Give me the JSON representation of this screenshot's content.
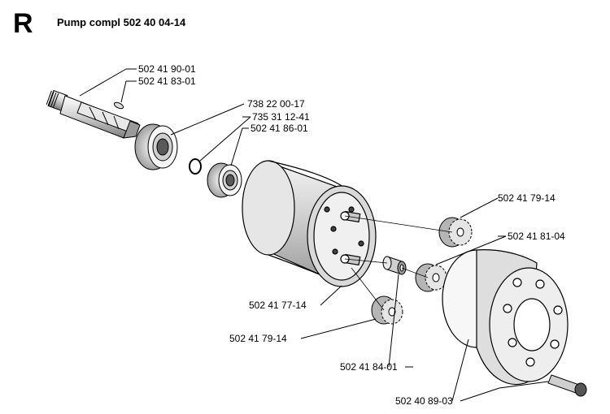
{
  "header": {
    "section_letter": "R",
    "title": "Pump compl 502 40 04-14"
  },
  "parts": [
    {
      "id": "p1",
      "number": "502 41 90-01"
    },
    {
      "id": "p2",
      "number": "502 41 83-01"
    },
    {
      "id": "p3",
      "number": "738 22 00-17"
    },
    {
      "id": "p4",
      "number": "735 31 12-41"
    },
    {
      "id": "p5",
      "number": "502 41 86-01"
    },
    {
      "id": "p6",
      "number": "502 41 79-14"
    },
    {
      "id": "p7",
      "number": "502 41 81-04"
    },
    {
      "id": "p8",
      "number": "502 41 77-14"
    },
    {
      "id": "p9",
      "number": "502 41 79-14"
    },
    {
      "id": "p10",
      "number": "502 41 84-01"
    },
    {
      "id": "p11",
      "number": "502 40 89-03"
    }
  ],
  "colors": {
    "ink": "#000000",
    "shade": "#bdbdbd",
    "dark": "#3a3a3a",
    "paper": "#ffffff"
  }
}
